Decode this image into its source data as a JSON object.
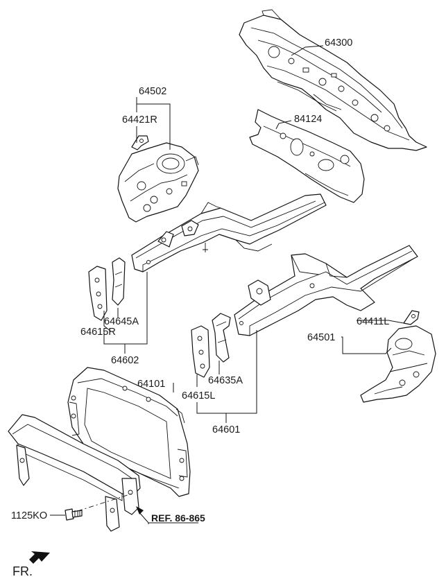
{
  "diagram": {
    "labels": {
      "p64300": "64300",
      "p84124": "84124",
      "p64502": "64502",
      "p64421R": "64421R",
      "p64645A": "64645A",
      "p64615R": "64615R",
      "p64602": "64602",
      "p64411L": "64411L",
      "p64501": "64501",
      "p64101": "64101",
      "p64635A": "64635A",
      "p64615L": "64615L",
      "p64601": "64601",
      "p1125KO": "1125KO",
      "ref": "REF. 86-865",
      "front": "FR."
    },
    "colors": {
      "line": "#111111",
      "background": "#ffffff"
    },
    "icons": [
      "front-direction-arrow-icon"
    ]
  }
}
